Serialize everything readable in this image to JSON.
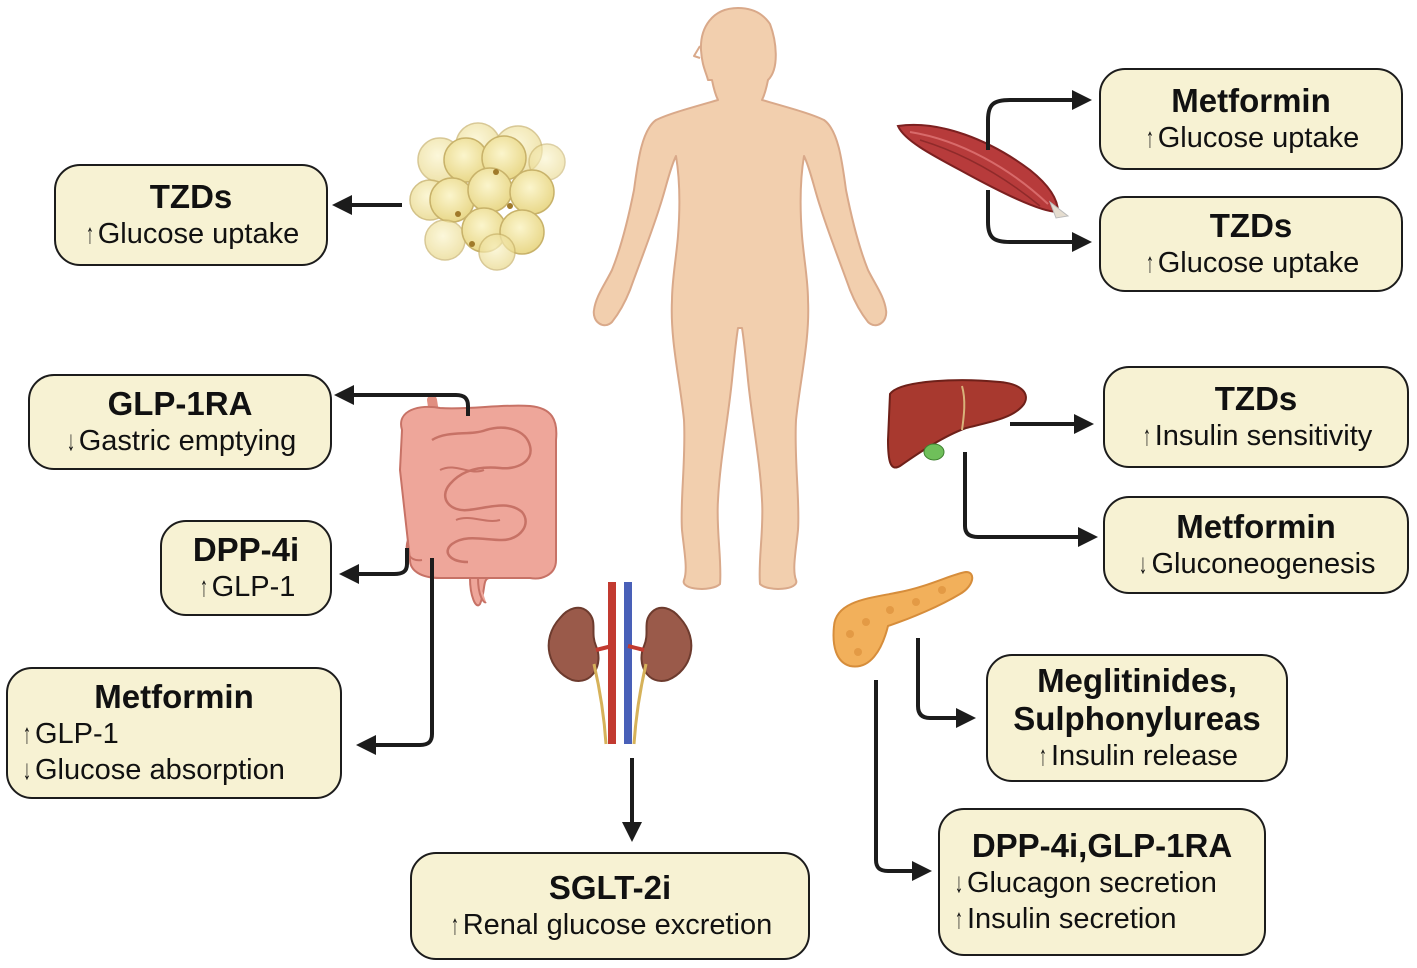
{
  "boxes": {
    "adipose_tzd": {
      "title": "TZDs",
      "lines": [
        {
          "dir": "↑",
          "text": "Glucose uptake"
        }
      ]
    },
    "muscle_metformin": {
      "title": "Metformin",
      "lines": [
        {
          "dir": "↑",
          "text": "Glucose uptake"
        }
      ]
    },
    "muscle_tzd": {
      "title": "TZDs",
      "lines": [
        {
          "dir": "↑",
          "text": "Glucose uptake"
        }
      ]
    },
    "gut_glp1ra": {
      "title": "GLP-1RA",
      "lines": [
        {
          "dir": "↓",
          "text": "Gastric emptying"
        }
      ]
    },
    "gut_dpp4i": {
      "title": "DPP-4i",
      "lines": [
        {
          "dir": "↑",
          "text": "GLP-1"
        }
      ]
    },
    "gut_metformin": {
      "title": "Metformin",
      "lines": [
        {
          "dir": "↑",
          "text": "GLP-1"
        },
        {
          "dir": "↓",
          "text": "Glucose absorption"
        }
      ]
    },
    "liver_tzd": {
      "title": "TZDs",
      "lines": [
        {
          "dir": "↑",
          "text": "Insulin sensitivity"
        }
      ]
    },
    "liver_metformin": {
      "title": "Metformin",
      "lines": [
        {
          "dir": "↓",
          "text": "Gluconeogenesis"
        }
      ]
    },
    "pancreas_meglitinides": {
      "title_lines": [
        "Meglitinides,",
        "Sulphonylureas"
      ],
      "lines": [
        {
          "dir": "↑",
          "text": "Insulin release"
        }
      ]
    },
    "pancreas_dpp4i": {
      "title": "DPP-4i,GLP-1RA",
      "lines": [
        {
          "dir": "↓",
          "text": "Glucagon secretion"
        },
        {
          "dir": "↑",
          "text": "Insulin secretion"
        }
      ]
    },
    "kidney_sglt2i": {
      "title": "SGLT-2i",
      "lines": [
        {
          "dir": "↑",
          "text": "Renal glucose excretion"
        }
      ]
    }
  },
  "icons": [
    "human-body",
    "adipocytes",
    "skeletal-muscle",
    "intestine",
    "liver",
    "pancreas",
    "kidneys"
  ],
  "colors": {
    "box_fill": "#f7f2d3",
    "box_border": "#1c1c1c",
    "skin": "#f2cfae",
    "muscle": "#b73b3b",
    "liver": "#a8392f",
    "intestine": "#eea69a",
    "pancreas": "#f2b05b",
    "kidney": "#9a5a4a",
    "fat_cell": "#f4e9a8"
  }
}
